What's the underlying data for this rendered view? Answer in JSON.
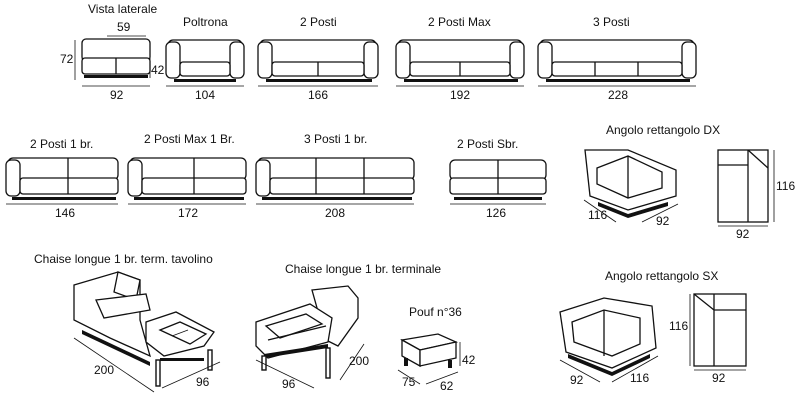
{
  "items": {
    "vista_laterale": {
      "title": "Vista laterale",
      "dims": [
        "59",
        "72",
        "42",
        "92"
      ]
    },
    "poltrona": {
      "title": "Poltrona",
      "dims": [
        "104"
      ]
    },
    "due_posti": {
      "title": "2 Posti",
      "dims": [
        "166"
      ]
    },
    "due_posti_max": {
      "title": "2 Posti Max",
      "dims": [
        "192"
      ]
    },
    "tre_posti": {
      "title": "3 Posti",
      "dims": [
        "228"
      ]
    },
    "due_posti_1br": {
      "title": "2 Posti  1 br.",
      "dims": [
        "146"
      ]
    },
    "due_posti_max_1br": {
      "title": "2 Posti Max 1 Br.",
      "dims": [
        "172"
      ]
    },
    "tre_posti_1br": {
      "title": "3 Posti  1 br.",
      "dims": [
        "208"
      ]
    },
    "due_posti_sbr": {
      "title": "2 Posti  Sbr.",
      "dims": [
        "126"
      ]
    },
    "angolo_dx": {
      "title": "Angolo rettangolo DX",
      "dims": [
        "116",
        "92",
        "116",
        "92"
      ]
    },
    "chaise_tavolino": {
      "title": "Chaise longue 1 br. term. tavolino",
      "dims": [
        "200",
        "96"
      ]
    },
    "chaise_terminale": {
      "title": "Chaise longue 1 br. terminale",
      "dims": [
        "96",
        "200"
      ]
    },
    "pouf": {
      "title": "Pouf n°36",
      "dims": [
        "42",
        "75",
        "62"
      ]
    },
    "angolo_sx": {
      "title": "Angolo rettangolo SX",
      "dims": [
        "92",
        "116",
        "116",
        "92"
      ]
    }
  },
  "colors": {
    "line": "#111111",
    "background": "#ffffff"
  }
}
